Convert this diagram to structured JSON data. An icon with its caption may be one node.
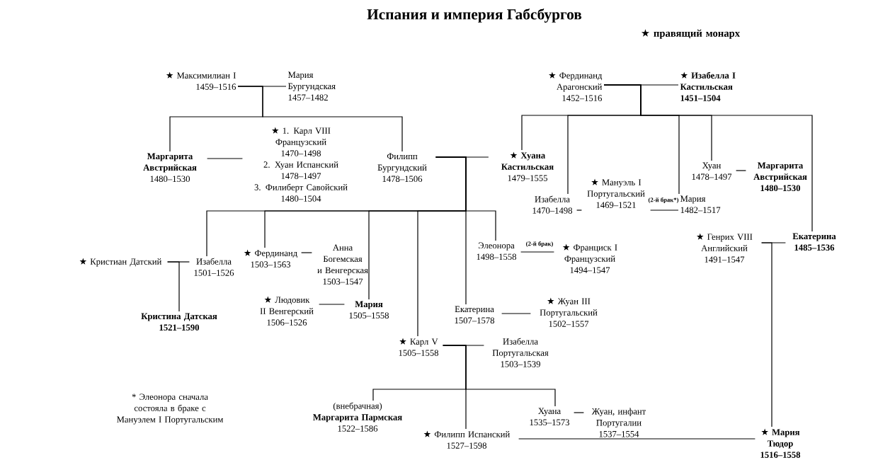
{
  "diagram": {
    "title": "Испания и империя Габсбургов",
    "nodes": [
      {
        "text": [
          "★ Максимилиан I",
          "1459–1516"
        ]
      },
      {
        "text": [
          "Мария Бургундская",
          "1457–1482"
        ]
      },
      {
        "text": [
          "Маргарита Австрийская",
          "1480–1530"
        ]
      },
      {
        "text": [
          "★ 1. Карл VIII Французский",
          "1470–1498",
          "2. Хуан Испанский",
          "1478–1497",
          "3. Филиберт Савойский",
          "1480–1504"
        ]
      },
      {
        "text": [
          "Филипп Бургундский",
          "1478–1506"
        ]
      },
      {
        "text": [
          "★ Хуана Кастильская",
          "1479–1555"
        ]
      },
      {
        "text": [
          "★ Фердинанд Арагонский",
          "1452–1516"
        ]
      },
      {
        "text": [
          "★ Изабелла I Кастильская",
          "1451–1504"
        ]
      },
      {
        "text": [
          "Изабелла",
          "1470–1498"
        ]
      },
      {
        "text": [
          "★ Мануэль I Португальский",
          "1469–1521"
        ]
      },
      {
        "text": [
          "Мария",
          "1482–1517"
        ]
      },
      {
        "text": [
          "Хуан",
          "1478–1497"
        ]
      },
      {
        "text": [
          "Маргарита Австрийская",
          "1480–1530"
        ]
      },
      {
        "text": [
          "★ Генрих VIII Английский",
          "1491–1547"
        ]
      },
      {
        "text": [
          "Екатерина",
          "1485–1536"
        ]
      },
      {
        "text": [
          "★ Кристиан Датский"
        ]
      },
      {
        "text": [
          "Изабелла",
          "1501–1526"
        ]
      },
      {
        "text": [
          "Кристина Датская",
          "1521–1590"
        ]
      },
      {
        "text": [
          "★ Фердинанд",
          "1503–1563"
        ]
      },
      {
        "text": [
          "Анна Богемская и Венгерская",
          "1503–1547"
        ]
      },
      {
        "text": [
          "★ Людовик II Венгерский",
          "1506–1526"
        ]
      },
      {
        "text": [
          "Мария",
          "1505–1558"
        ]
      },
      {
        "text": [
          "Элеонора",
          "1498–1558"
        ]
      },
      {
        "text": [
          "★ Франциск I Французский",
          "1494–1547"
        ]
      },
      {
        "text": [
          "Екатерина",
          "1507–1578"
        ]
      },
      {
        "text": [
          "★ Жуан III Португальский",
          "1502–1557"
        ]
      },
      {
        "text": [
          "★ Карл V",
          "1505–1558"
        ]
      },
      {
        "text": [
          "Изабелла Португальская",
          "1503–1539"
        ]
      },
      {
        "text": [
          "(внебрачная)",
          "Маргарита Пармская",
          "1522–1586"
        ]
      },
      {
        "text": [
          "Хуана",
          "1535–1573"
        ]
      },
      {
        "text": [
          "Жуан, инфант Португалии",
          "1537–1554"
        ]
      },
      {
        "text": [
          "★ Филипп Испанский",
          "1527–1598"
        ]
      },
      {
        "text": [
          "★ Мария Тюдор",
          "1516–1558"
        ]
      }
    ],
    "edges": [
      {
        "from": 0,
        "to": 1,
        "arrow": "none"
      },
      {
        "from": 0,
        "to": 2,
        "arrow": "none"
      },
      {
        "from": 0,
        "to": 4,
        "arrow": "none"
      },
      {
        "from": 2,
        "to": 3,
        "arrow": "none"
      },
      {
        "from": 4,
        "to": 5,
        "arrow": "none"
      },
      {
        "from": 6,
        "to": 7,
        "arrow": "none"
      },
      {
        "from": 6,
        "to": 5,
        "arrow": "none"
      },
      {
        "from": 6,
        "to": 8,
        "arrow": "none"
      },
      {
        "from": 6,
        "to": 10,
        "arrow": "none"
      },
      {
        "from": 6,
        "to": 11,
        "arrow": "none"
      },
      {
        "from": 6,
        "to": 14,
        "arrow": "none"
      },
      {
        "from": 8,
        "to": 9,
        "arrow": "none"
      },
      {
        "from": 9,
        "to": 10,
        "arrow": "none",
        "label": "(2-й брак*)"
      },
      {
        "from": 11,
        "to": 12,
        "arrow": "none"
      },
      {
        "from": 13,
        "to": 14,
        "arrow": "none"
      },
      {
        "from": 13,
        "to": 32,
        "arrow": "none"
      },
      {
        "from": 15,
        "to": 16,
        "arrow": "none"
      },
      {
        "from": 15,
        "to": 17,
        "arrow": "none"
      },
      {
        "from": 4,
        "to": 16,
        "arrow": "none"
      },
      {
        "from": 4,
        "to": 18,
        "arrow": "none"
      },
      {
        "from": 4,
        "to": 21,
        "arrow": "none"
      },
      {
        "from": 4,
        "to": 26,
        "arrow": "none"
      },
      {
        "from": 4,
        "to": 22,
        "arrow": "none"
      },
      {
        "from": 4,
        "to": 24,
        "arrow": "none"
      },
      {
        "from": 18,
        "to": 19,
        "arrow": "none"
      },
      {
        "from": 20,
        "to": 21,
        "arrow": "none"
      },
      {
        "from": 22,
        "to": 23,
        "arrow": "none",
        "label": "(2-й брак)"
      },
      {
        "from": 24,
        "to": 25,
        "arrow": "none"
      },
      {
        "from": 26,
        "to": 27,
        "arrow": "none"
      },
      {
        "from": 26,
        "to": 28,
        "arrow": "none"
      },
      {
        "from": 26,
        "to": 31,
        "arrow": "none"
      },
      {
        "from": 26,
        "to": 29,
        "arrow": "none"
      },
      {
        "from": 29,
        "to": 30,
        "arrow": "none"
      },
      {
        "from": 31,
        "to": 32,
        "arrow": "none"
      }
    ],
    "labels": [
      "★ правящий монарх",
      "* Элеонора сначала состояла в браке с Мануэлем I Португальским"
    ]
  }
}
